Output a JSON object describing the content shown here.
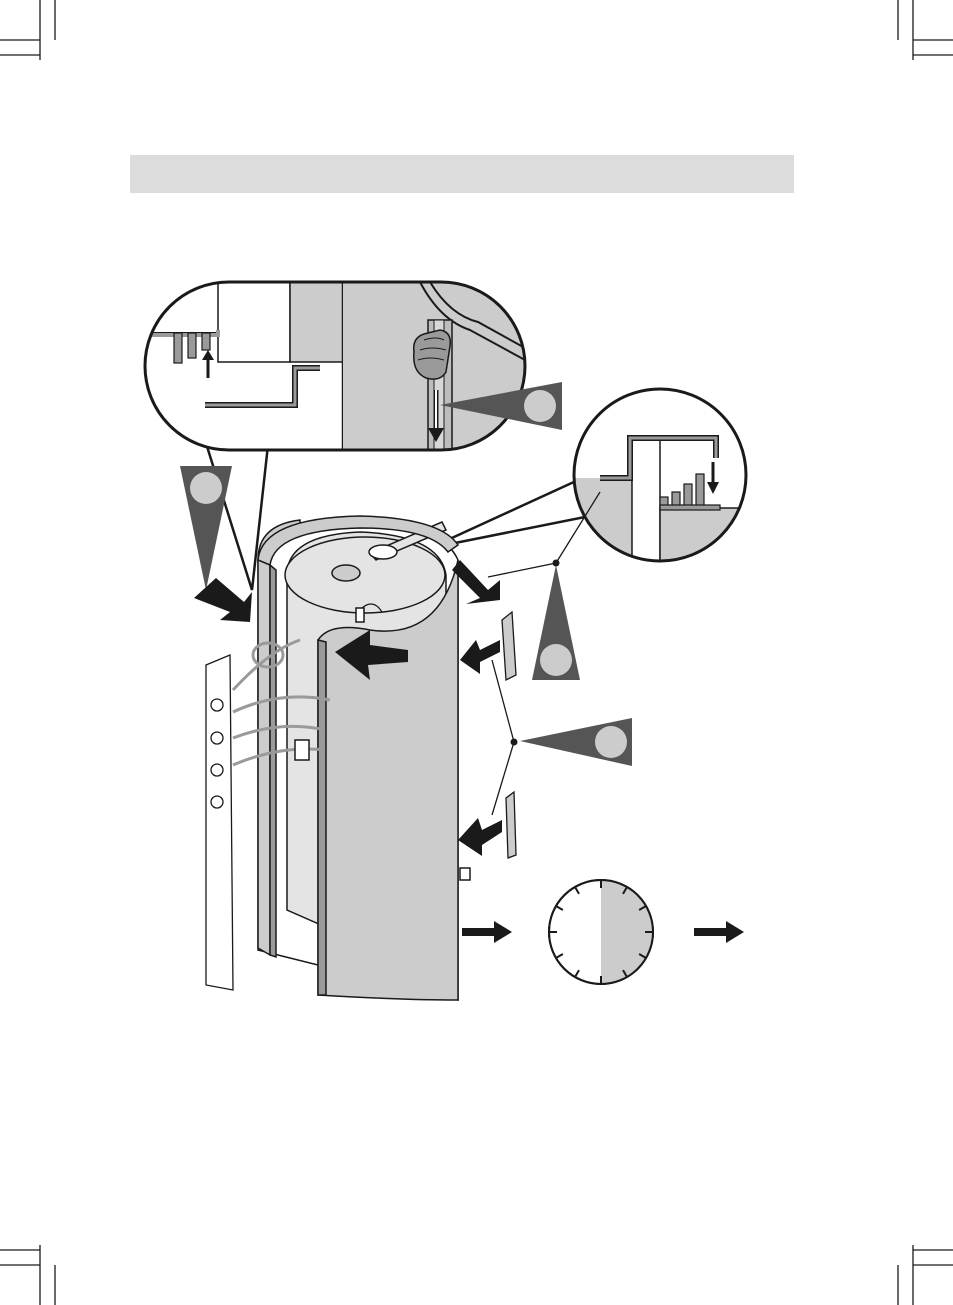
{
  "header_bar": {
    "color": "#dcdcdc",
    "text": ""
  },
  "colors": {
    "ink": "#1a1a1a",
    "panel_gray": "#cccccc",
    "light_gray": "#e4e4e4",
    "mid_gray": "#9a9a9a",
    "dark_pointer": "#555555",
    "paper": "#ffffff"
  },
  "timer": {
    "filled_fraction": 0.5
  },
  "icons": [
    "crop-mark",
    "arrow-right-icon",
    "clock-icon",
    "pointer-wedge",
    "callout-circle",
    "hand-icon"
  ]
}
